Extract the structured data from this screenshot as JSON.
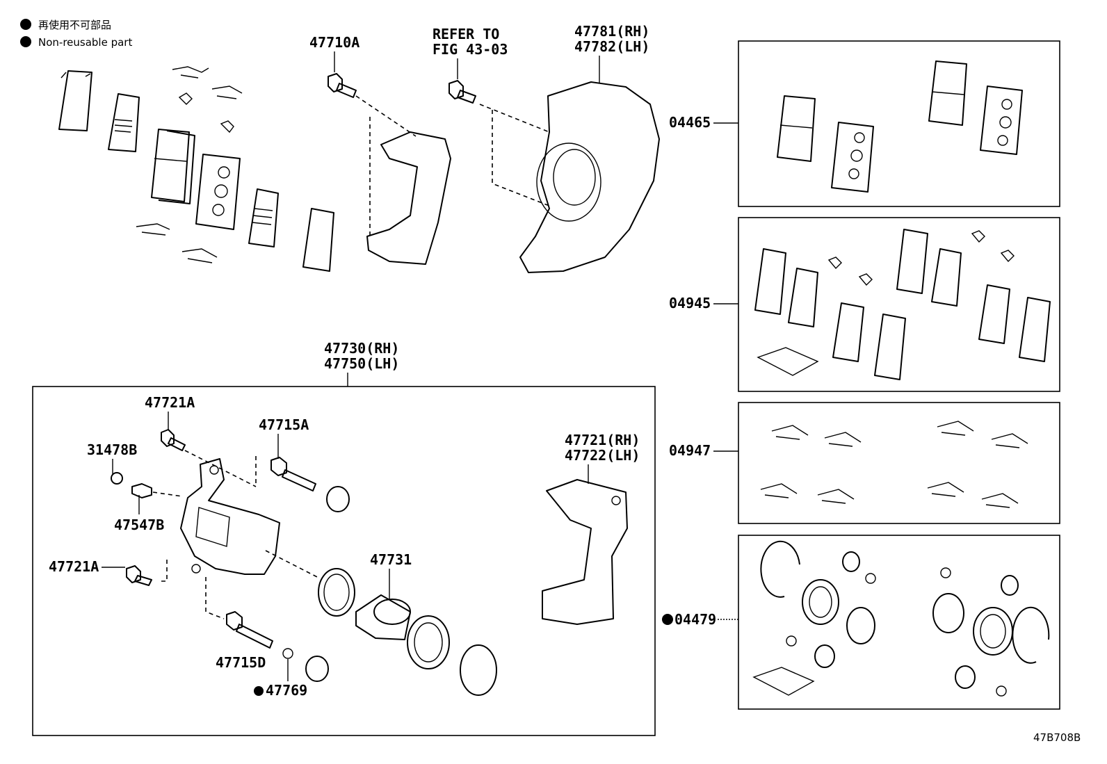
{
  "legend": {
    "jp_label": "再使用不可部品",
    "en_label": "Non-reusable part"
  },
  "labels": {
    "p47710A": "47710A",
    "refer_line1": "REFER TO",
    "refer_line2": "FIG 43-03",
    "p47781": "47781(RH)",
    "p47782": "47782(LH)",
    "p47730": "47730(RH)",
    "p47750": "47750(LH)",
    "p47721A_top": "47721A",
    "p31478B": "31478B",
    "p47547B": "47547B",
    "p47715A": "47715A",
    "p47721A_bottom": "47721A",
    "p47731": "47731",
    "p47715D": "47715D",
    "p47769": "47769",
    "p47721": "47721(RH)",
    "p47722": "47722(LH)",
    "k04465": "04465",
    "k04945": "04945",
    "k04947": "04947",
    "k04479": "04479"
  },
  "figure_code": "47B708B"
}
